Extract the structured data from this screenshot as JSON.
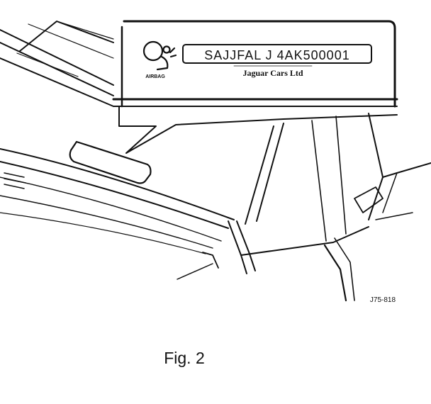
{
  "label": {
    "vin": "SAJJFAL J 4AK500001",
    "maker": "Jaguar Cars Ltd",
    "airbag_text": "AIRBAG"
  },
  "drawing_code": "J75-818",
  "caption": "Fig. 2",
  "colors": {
    "ink": "#111111",
    "paper": "#ffffff"
  }
}
